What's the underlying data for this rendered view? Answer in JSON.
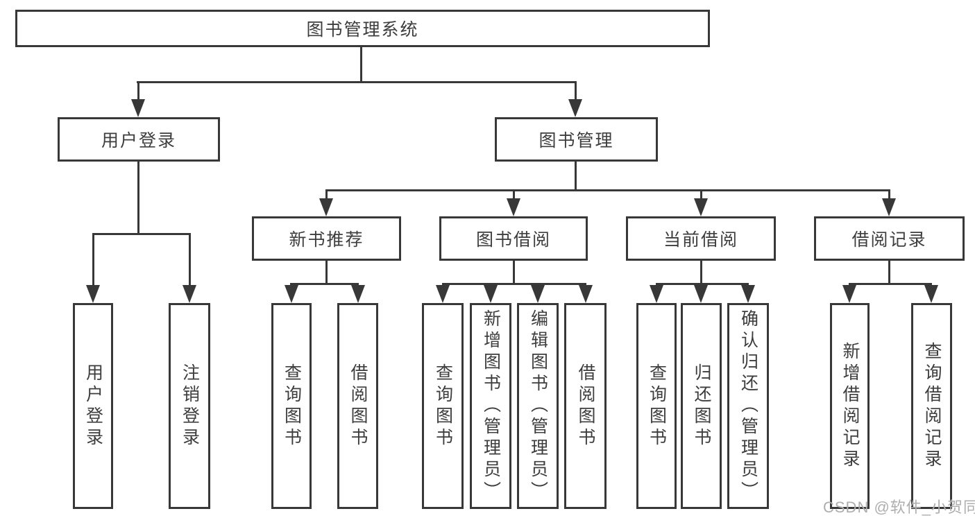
{
  "diagram": {
    "title": "图书管理系统",
    "tree": {
      "root": {
        "label": "图书管理系统"
      },
      "branches": [
        {
          "label": "用户登录",
          "children": [
            {
              "label": "用户登录"
            },
            {
              "label": "注销登录"
            }
          ]
        },
        {
          "label": "图书管理",
          "children": [
            {
              "label": "新书推荐",
              "children": [
                {
                  "label": "查询图书"
                },
                {
                  "label": "借阅图书"
                }
              ]
            },
            {
              "label": "图书借阅",
              "children": [
                {
                  "label": "查询图书"
                },
                {
                  "label": "新增图书（管理员）"
                },
                {
                  "label": "编辑图书（管理员）"
                },
                {
                  "label": "借阅图书"
                }
              ]
            },
            {
              "label": "当前借阅",
              "children": [
                {
                  "label": "查询图书"
                },
                {
                  "label": "归还图书"
                },
                {
                  "label": "确认归还（管理员）"
                }
              ]
            },
            {
              "label": "借阅记录",
              "children": [
                {
                  "label": "新增借阅记录"
                },
                {
                  "label": "查询借阅记录"
                }
              ]
            }
          ]
        }
      ]
    },
    "watermark": "CSDN @软件_小贺同学",
    "colors": {
      "line": "#383838",
      "text": "#3d3d3d",
      "watermark": "#aeaeae",
      "background": "#ffffff"
    }
  }
}
